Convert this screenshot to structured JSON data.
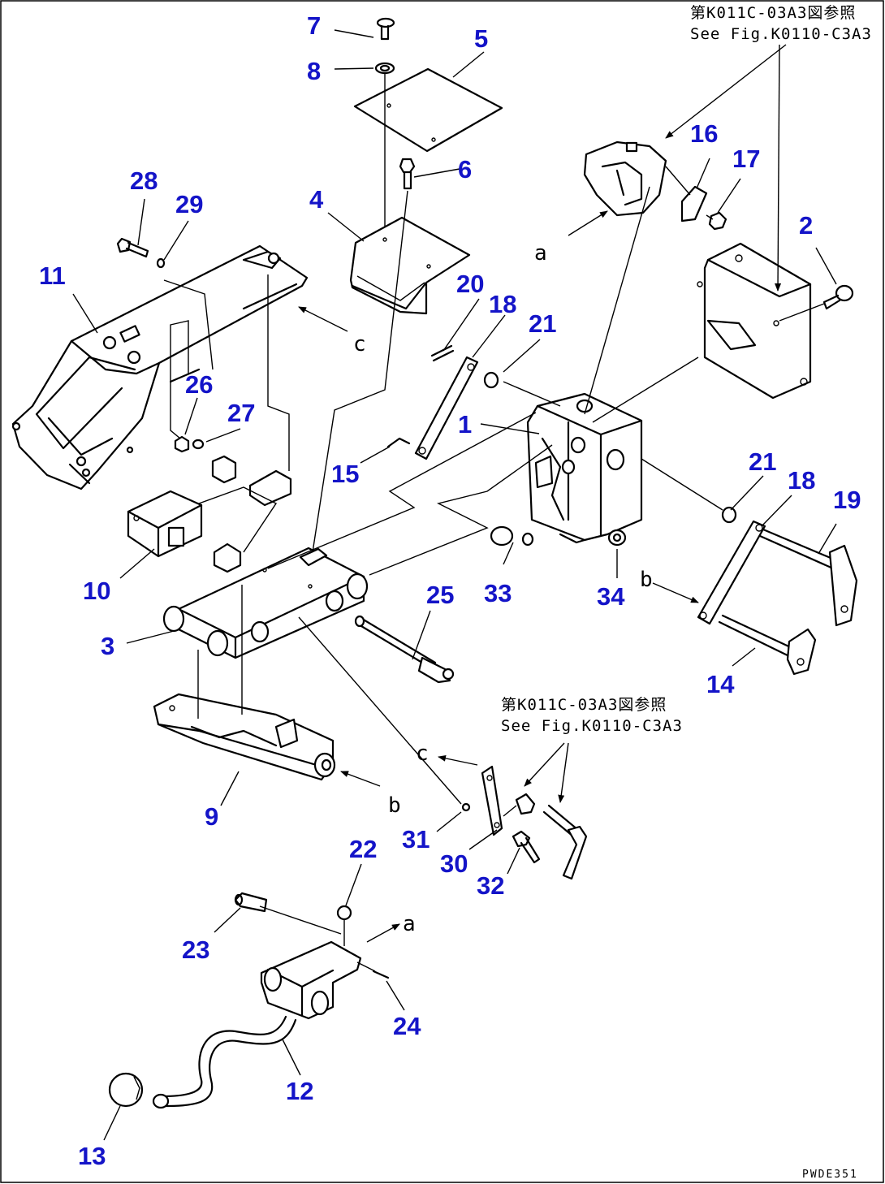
{
  "references": {
    "top_jp": "第K011C-03A3図参照",
    "top_en": "See Fig.K0110-C3A3",
    "mid_jp": "第K011C-03A3図参照",
    "mid_en": "See Fig.K0110-C3A3"
  },
  "callouts": [
    "1",
    "2",
    "3",
    "4",
    "5",
    "6",
    "7",
    "8",
    "9",
    "10",
    "11",
    "12",
    "13",
    "14",
    "15",
    "16",
    "17",
    "18",
    "18",
    "19",
    "20",
    "21",
    "21",
    "22",
    "23",
    "24",
    "25",
    "26",
    "27",
    "28",
    "29",
    "30",
    "31",
    "32",
    "33",
    "34"
  ],
  "letters": [
    "a",
    "a",
    "b",
    "b",
    "c",
    "c"
  ],
  "drawing_code": "PWDE351"
}
